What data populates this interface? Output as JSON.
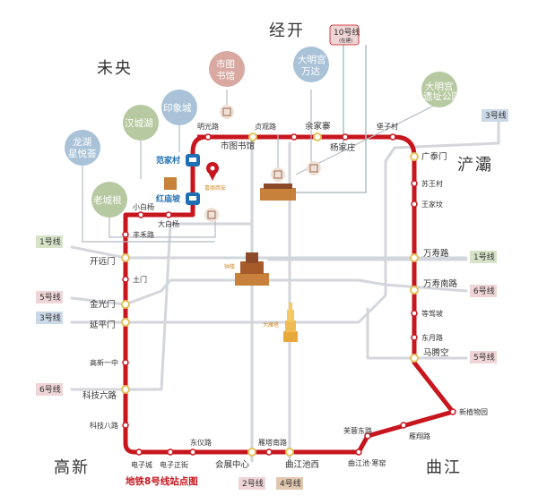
{
  "regions": {
    "north": "经开",
    "northwest": "未央",
    "east": "浐灞",
    "southwest": "高新",
    "southeast": "曲江"
  },
  "title": "地铁8号线站点图",
  "line10": {
    "label": "10号线",
    "sub": "(在建)"
  },
  "line_tags": {
    "l3_top": "3号线",
    "l1_left": "1号线",
    "l1_right": "1号线",
    "l5_left": "5号线",
    "l3_left": "3号线",
    "l6_right": "6号线",
    "l5_right": "5号线",
    "l6_left": "6号线",
    "l2_bottom": "2号线",
    "l4_bottom": "4号线"
  },
  "bubbles": {
    "shitu": "市图\n书馆",
    "daminggong_wanda": "大明宫\n万达",
    "daminggong_park": "大明宫\n遗址公园",
    "hancheng": "汉城湖",
    "yinxiang": "印象城",
    "longhu": "龙湖\n星悦荟",
    "laocheng": "老城根"
  },
  "stations": {
    "minguang": "明光路",
    "dianguan": "贞观路",
    "shitu_st": "市图书馆",
    "yujiazhai": "余家寨",
    "yangjiazhuang": "杨家庄",
    "baozi": "堡子村",
    "guangtai": "广泰门",
    "suwang": "苏王村",
    "wangjiazhuang": "王家坟",
    "wanshou": "万寿路",
    "wanshou_s": "万寿南路",
    "dengjiapo": "等驾坡",
    "dongyue": "东月路",
    "matengkong": "马腾空",
    "xinzhiwu": "新植物园",
    "yanxiang": "雁翔路",
    "furong_e": "芙蓉东路",
    "qujiang_hanyao": "曲江池·寒窑",
    "qujiang_w": "曲江池西",
    "yanta_s": "雁塔南路",
    "huizhan": "会展中心",
    "dongyi": "东仪路",
    "dianzi_zheng": "电子正街",
    "dianzi_cheng": "电子城",
    "keji8": "科技八路",
    "keji6": "科技六路",
    "gaoxin1": "高新一中",
    "yanping": "延平门",
    "jinguang": "金光门",
    "tumen": "土门",
    "kaiyuan": "开远门",
    "fenghe": "丰禾路",
    "xiaobai": "小白杨",
    "dabai": "大白杨",
    "fanjia": "范家村",
    "hongmiao": "红庙坡"
  },
  "landmarks": {
    "zhonglou": "钟楼",
    "dayanta": "大雁塔",
    "xian_logo": "喜丽西安"
  },
  "colors": {
    "line8": "#c7161e",
    "track_gray": "#d3d6db",
    "bubble_gray": "#b3bcc4",
    "bubble_green": "#b7c9a0",
    "bubble_blue": "#a9c2d8",
    "bubble_pink": "#d9a8a0",
    "tag_green": "#d6e3c8",
    "tag_blue": "#cbd9e6",
    "tag_pink": "#efd5d5",
    "tag_tan": "#e3c8b0"
  }
}
